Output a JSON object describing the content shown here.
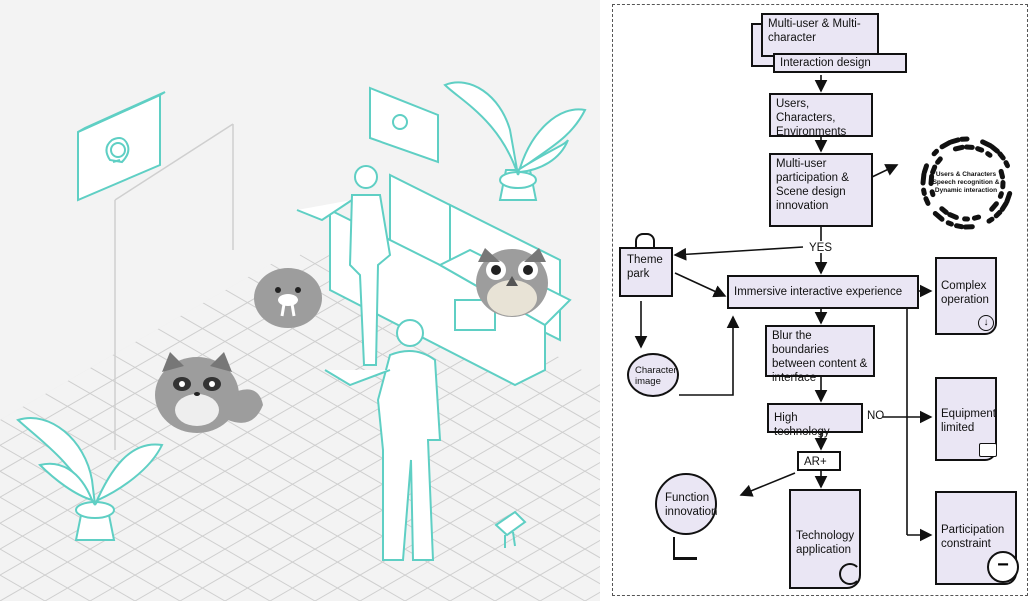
{
  "flowchart": {
    "nodes": {
      "multi_user": "Multi-user & Multi-character",
      "interaction_design": "Interaction design",
      "users_chars_env": "Users, Characters, Environments",
      "participation": "Multi-user participation & Scene design innovation",
      "immersive": "Immersive interactive experience",
      "blur": "Blur the boundaries between content & interface",
      "high_tech": "High technology",
      "ar": "AR+",
      "tech_app": "Technology application",
      "function_innovation": "Function innovation",
      "theme_park": "Theme park",
      "character_image": "Character image",
      "complex_operation": "Complex operation",
      "equipment_limited": "Equipment limited",
      "participation_constraint": "Participation constraint"
    },
    "qr_lines": [
      "Users & Characters",
      "Speech recognition &",
      "Dynamic interaction"
    ],
    "edge_labels": {
      "yes": "YES",
      "no": "NO"
    }
  },
  "colors": {
    "line_art": "#5fcfc4",
    "node_fill": "#eae6f4",
    "stroke": "#111111",
    "animal_gray": "#9d9d9d"
  },
  "icons": [
    "lightbulb-icon",
    "lock-icon",
    "download-icon",
    "minus-icon",
    "refresh-icon"
  ]
}
